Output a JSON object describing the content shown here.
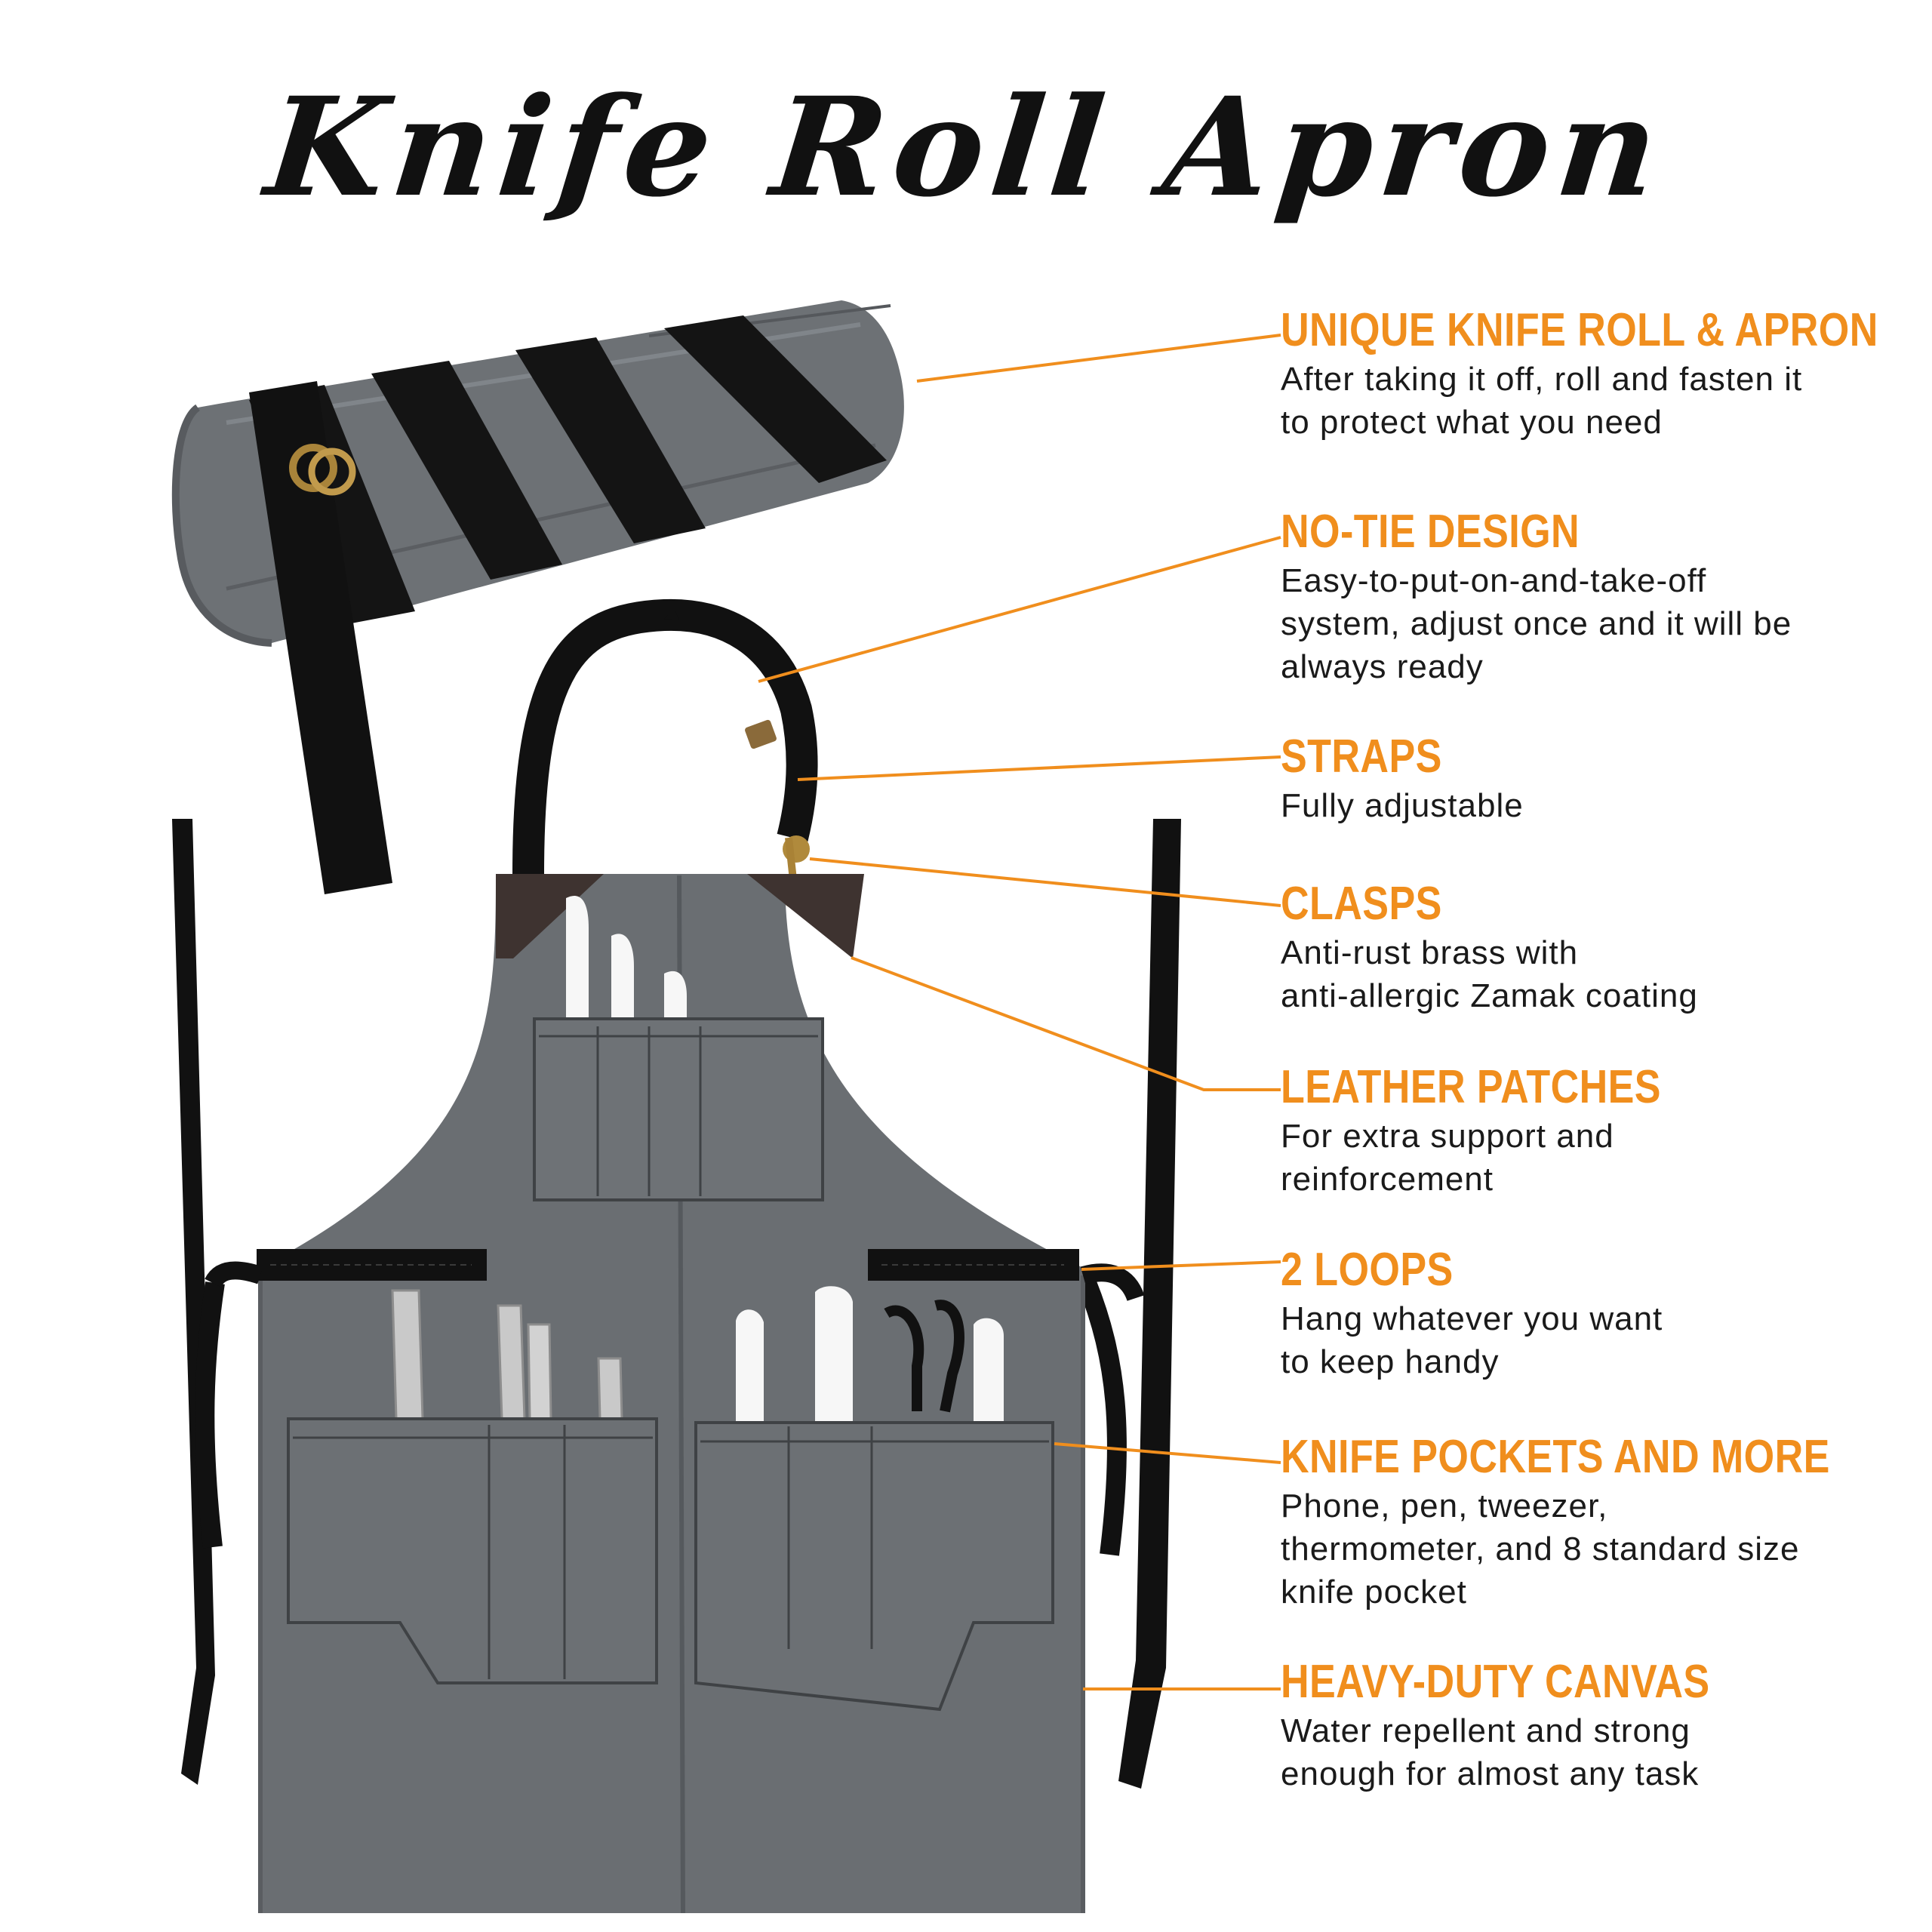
{
  "title": "Knife Roll Apron",
  "colors": {
    "accent": "#f08e1d",
    "canvas": "#6b6f73",
    "strap": "#111111",
    "leather": "#3e3330",
    "brass": "#b08a3c",
    "blade": "#c9c9c9",
    "handle": "#f7f7f7"
  },
  "features": [
    {
      "heading": "UNIQUE KNIFE ROLL & APRON",
      "lines": [
        "After taking it off, roll and fasten it",
        "to protect what you need"
      ]
    },
    {
      "heading": "NO-TIE DESIGN",
      "lines": [
        "Easy-to-put-on-and-take-off",
        "system, adjust once and it will be",
        "always ready"
      ]
    },
    {
      "heading": "STRAPS",
      "lines": [
        "Fully adjustable"
      ]
    },
    {
      "heading": "CLASPS",
      "lines": [
        "Anti-rust brass with",
        "anti-allergic Zamak coating"
      ]
    },
    {
      "heading": "LEATHER PATCHES",
      "lines": [
        "For extra support and",
        "reinforcement"
      ]
    },
    {
      "heading": "2 LOOPS",
      "lines": [
        "Hang whatever you want",
        "to keep handy"
      ]
    },
    {
      "heading": "KNIFE POCKETS AND MORE",
      "lines": [
        "Phone, pen, tweezer,",
        "thermometer, and 8 standard size",
        "knife pocket"
      ]
    },
    {
      "heading": "HEAVY-DUTY CANVAS",
      "lines": [
        "Water repellent and strong",
        "enough for almost any task"
      ]
    }
  ]
}
